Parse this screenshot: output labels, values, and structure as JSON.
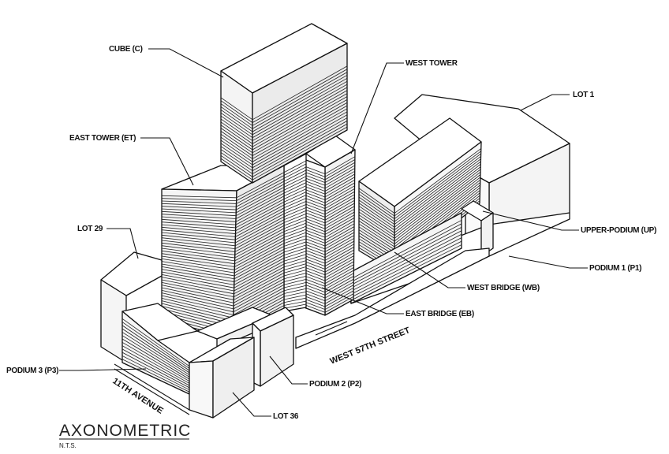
{
  "labels": {
    "cube": "CUBE (C)",
    "east_tower": "EAST TOWER (ET)",
    "west_tower": "WEST TOWER",
    "lot1": "LOT 1",
    "lot29": "LOT 29",
    "upper_podium": "UPPER-PODIUM (UP)",
    "podium1": "PODIUM 1 (P1)",
    "west_bridge": "WEST BRIDGE (WB)",
    "east_bridge": "EAST BRIDGE (EB)",
    "podium3": "PODIUM 3 (P3)",
    "podium2": "PODIUM 2 (P2)",
    "lot36": "LOT 36"
  },
  "streets": {
    "west57": "WEST 57TH STREET",
    "eleventh": "11TH AVENUE"
  },
  "title": "AXONOMETRIC",
  "subtitle": "N.T.S."
}
